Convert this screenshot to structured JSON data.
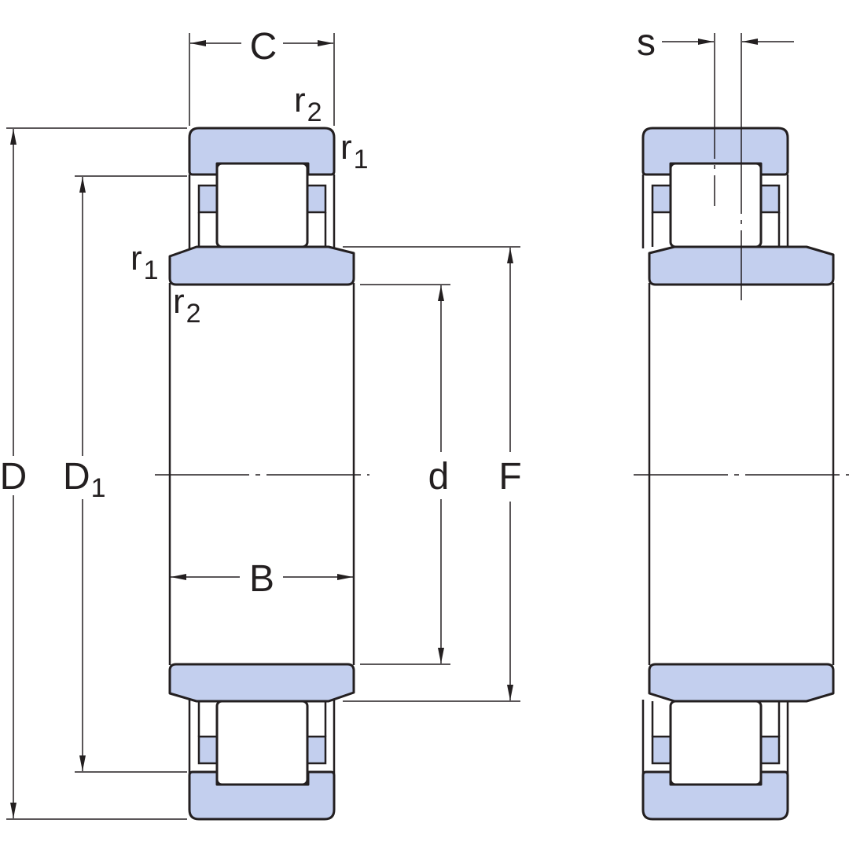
{
  "labels": {
    "C": "C",
    "s": "s",
    "r": "r",
    "r2_sub": "2",
    "r1_sub": "1",
    "D": "D",
    "D1": "D",
    "D1_sub": "1",
    "d": "d",
    "F": "F",
    "B": "B"
  },
  "colors": {
    "ring_fill": "#c3cfee",
    "line": "#231f20",
    "background": "#ffffff"
  }
}
